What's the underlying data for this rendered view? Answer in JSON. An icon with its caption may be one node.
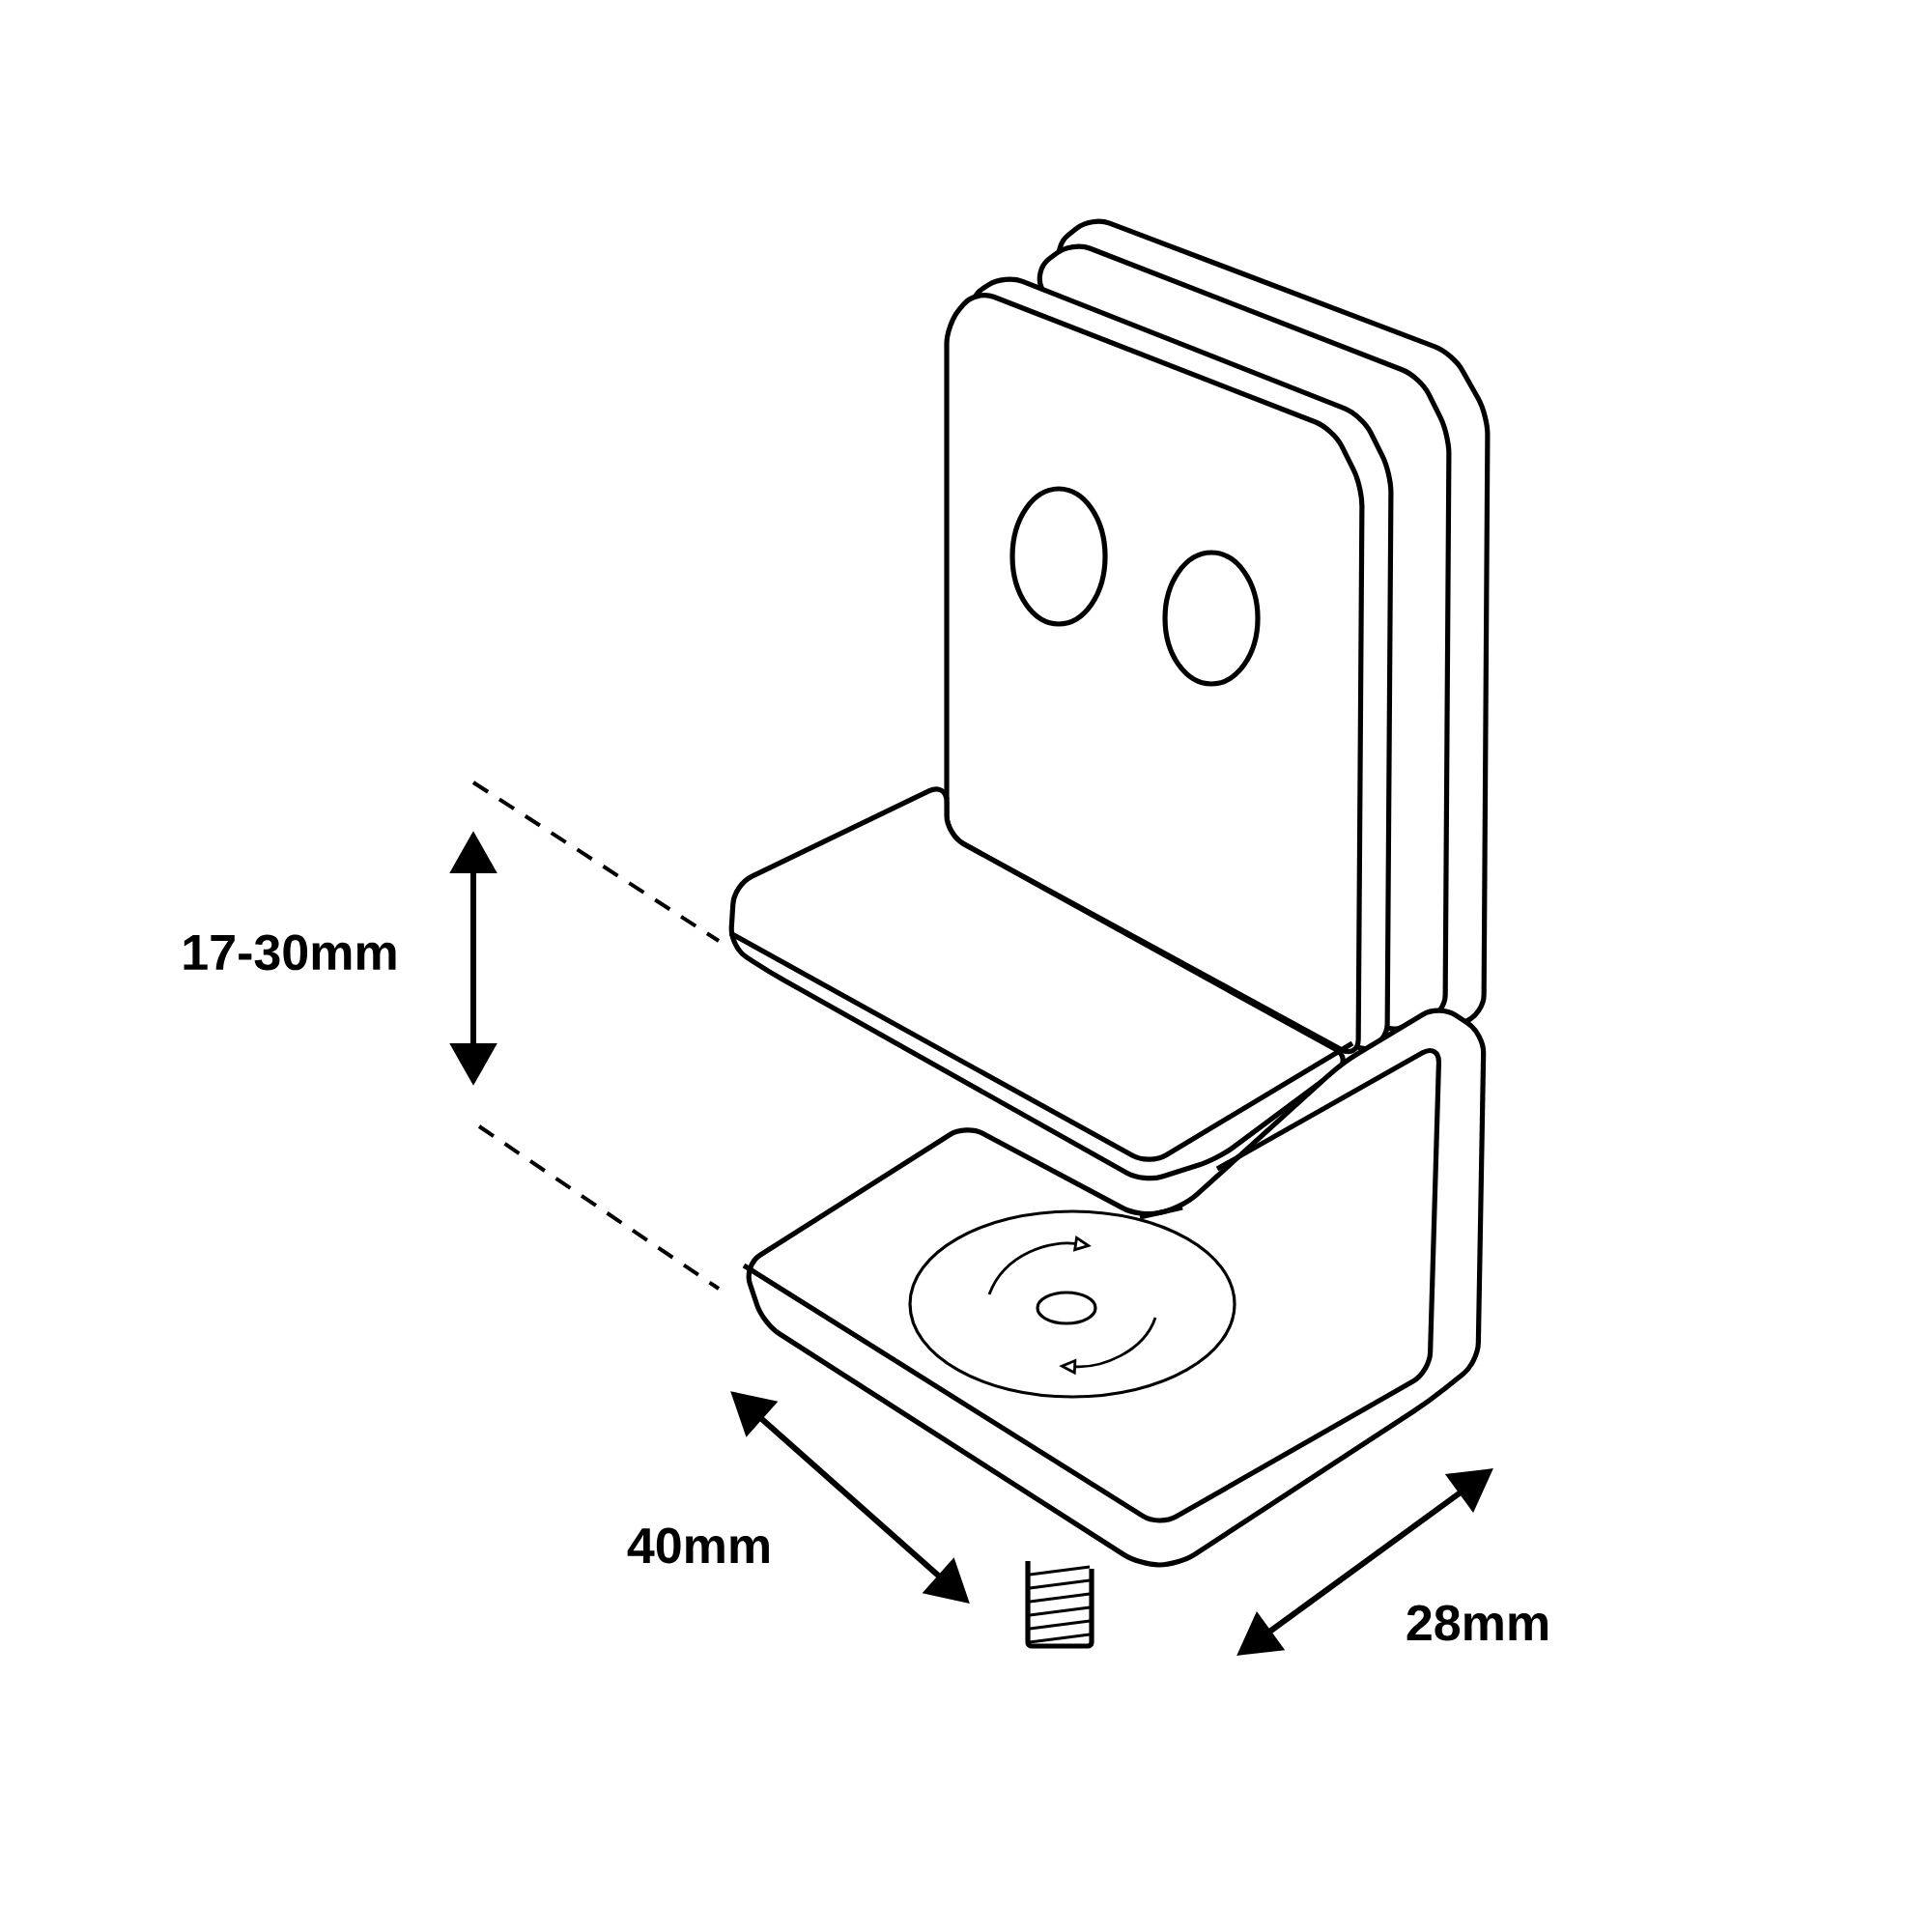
{
  "diagram": {
    "labels": [
      "17-30mm",
      "40mm",
      "28mm"
    ]
  }
}
